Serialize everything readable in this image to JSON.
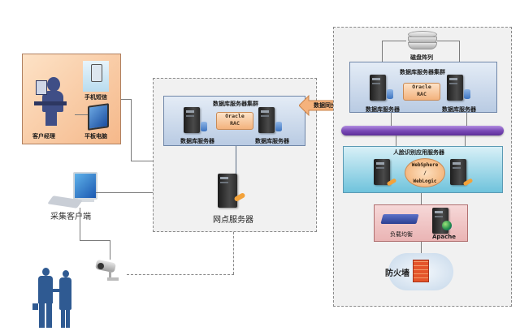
{
  "customer_box": {
    "manager_label": "客户经理",
    "phone_label": "手机短信",
    "tablet_label": "平板电脑"
  },
  "branch": {
    "cluster_title": "数据库服务器集群",
    "oracle_line1": "Oracle",
    "oracle_line2": "RAC",
    "server_left_label": "数据库服务器",
    "server_right_label": "数据库服务器",
    "branch_server_label": "网点服务器"
  },
  "sync_arrow_label": "数据同步",
  "collector_label": "采集客户端",
  "center": {
    "disk_array_label": "磁盘阵列",
    "db_cluster_title": "数据库服务器集群",
    "oracle_line1": "Oracle",
    "oracle_line2": "RAC",
    "db_server_left_label": "数据库服务器",
    "db_server_right_label": "数据库服务器",
    "app_cluster_title": "人脸识别应用服务器",
    "app_line1": "WebSphere",
    "app_line2": "/",
    "app_line3": "WebLogic",
    "load_balance_label": "负载均衡",
    "apache_label": "Apache",
    "firewall_label": "防火墙"
  },
  "colors": {
    "cluster_blue": "#b9cbe3",
    "app_teal": "#8fd0e3",
    "bus_purple": "#7b4bb8",
    "customer_orange": "#f7c49a",
    "lb_pink": "#f2c7c7",
    "arrow_orange": "#f5b27c"
  }
}
